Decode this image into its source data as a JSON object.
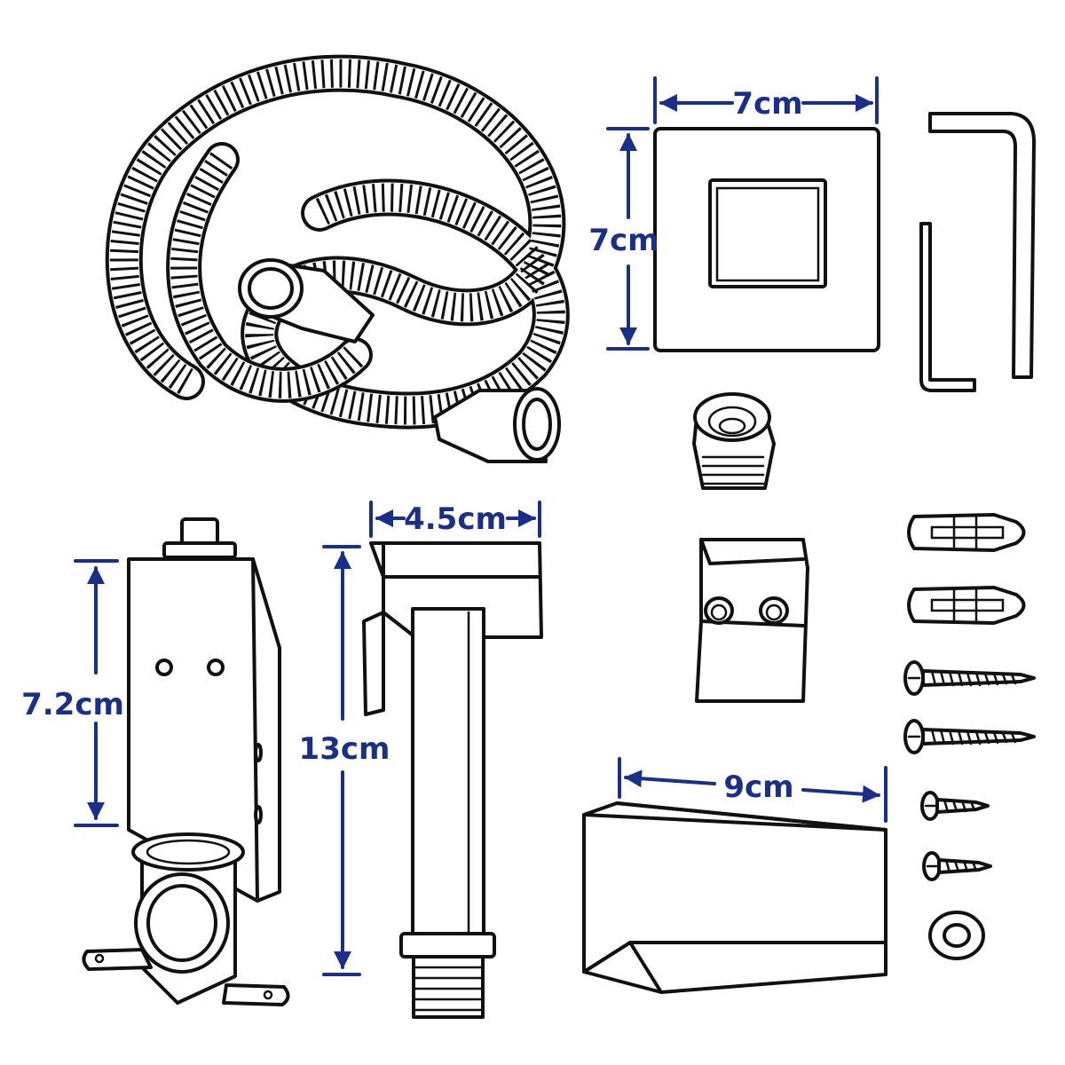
{
  "colors": {
    "dimension": "#1a2f8a",
    "outline": "#111111",
    "background": "#ffffff"
  },
  "dimensions": {
    "flange_width": "7cm",
    "flange_height": "7cm",
    "valve_height": "7.2cm",
    "sprayer_width": "4.5cm",
    "sprayer_height": "13cm",
    "cover_width": "9cm"
  },
  "parts": [
    {
      "name": "hose-icon"
    },
    {
      "name": "square-flange-icon"
    },
    {
      "name": "hex-key-icon"
    },
    {
      "name": "threaded-nipple-icon"
    },
    {
      "name": "wall-bracket-icon"
    },
    {
      "name": "wall-anchor-icon"
    },
    {
      "name": "screw-icon"
    },
    {
      "name": "washer-icon"
    },
    {
      "name": "valve-body-icon"
    },
    {
      "name": "bidet-sprayer-icon"
    },
    {
      "name": "cover-box-icon"
    }
  ]
}
